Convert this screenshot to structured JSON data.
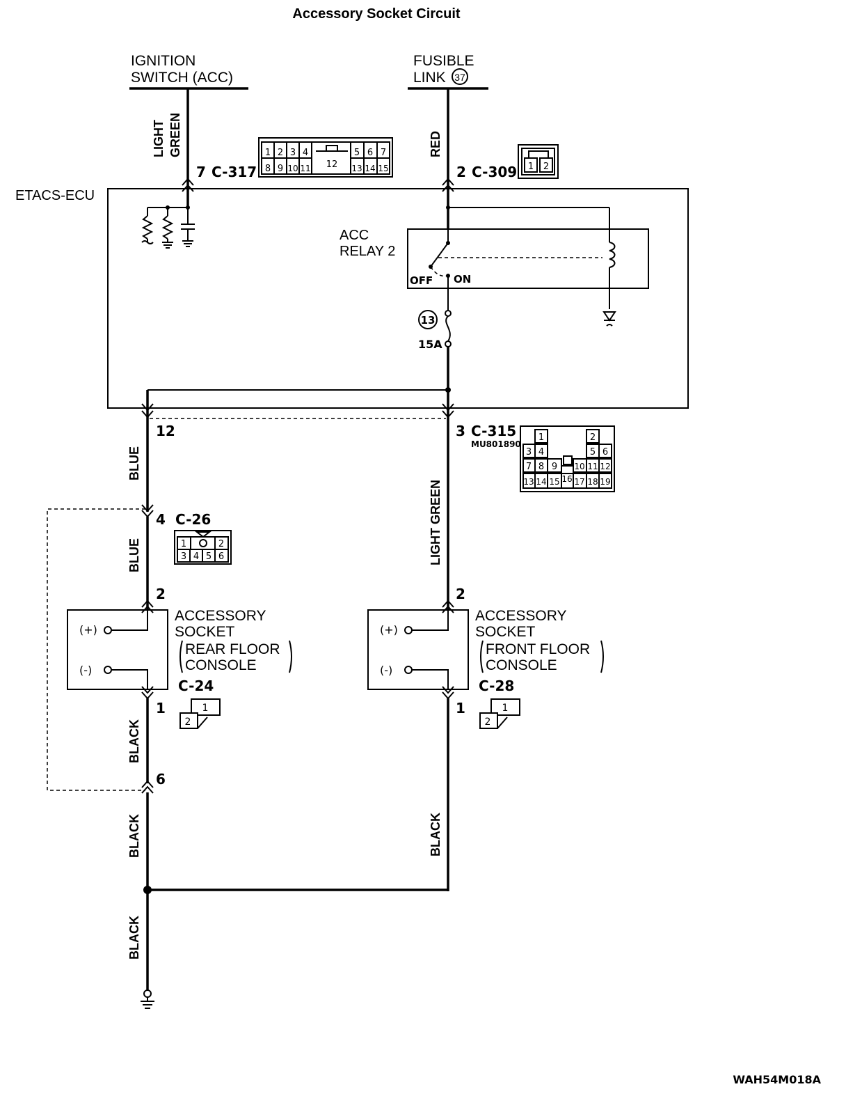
{
  "title": "Accessory Socket Circuit",
  "code": "WAH54M018A",
  "sources": {
    "ignition_line1": "IGNITION",
    "ignition_line2": "SWITCH (ACC)",
    "fusible_line1": "FUSIBLE",
    "fusible_line2": "LINK",
    "fusible_number": "37"
  },
  "ecu_label": "ETACS-ECU",
  "relay": {
    "line1": "ACC",
    "line2": "RELAY 2",
    "off": "OFF",
    "on": "ON"
  },
  "fuse": {
    "number": "13",
    "rating": "15A"
  },
  "wires": {
    "light": "LIGHT",
    "green": "GREEN",
    "red": "RED",
    "blue_a": "BLUE",
    "blue_b": "BLUE",
    "light_green": "LIGHT GREEN",
    "black_a": "BLACK",
    "black_b": "BLACK",
    "black_c": "BLACK",
    "black_d": "BLACK"
  },
  "connectors": {
    "c317": {
      "id": "C-317",
      "pin": "7",
      "top": [
        "1",
        "2",
        "3",
        "4",
        "5",
        "6",
        "7"
      ],
      "bottom": [
        "8",
        "9",
        "10",
        "11",
        "13",
        "14",
        "15"
      ],
      "center": "12"
    },
    "c309": {
      "id": "C-309",
      "pin": "2",
      "cells": [
        "1",
        "2"
      ]
    },
    "c315": {
      "id": "C-315",
      "pin": "3",
      "pin_left": "12",
      "part": "MU801890",
      "cells": [
        "1",
        "2",
        "3",
        "4",
        "5",
        "6",
        "7",
        "8",
        "9",
        "10",
        "11",
        "12",
        "13",
        "14",
        "15",
        "16",
        "17",
        "18",
        "19"
      ]
    },
    "c26": {
      "id": "C-26",
      "pin_in": "4",
      "pin_out": "6",
      "cells": [
        "1",
        "2",
        "3",
        "4",
        "5",
        "6"
      ]
    },
    "c24": {
      "id": "C-24",
      "pin_pos": "2",
      "pin_neg": "1",
      "cells": [
        "1",
        "2"
      ]
    },
    "c28": {
      "id": "C-28",
      "pin_pos": "2",
      "pin_neg": "1",
      "cells": [
        "1",
        "2"
      ]
    }
  },
  "sockets": {
    "rear": {
      "line1": "ACCESSORY",
      "line2": "SOCKET",
      "line3": "REAR FLOOR",
      "line4": "CONSOLE",
      "plus": "(+)",
      "minus": "(-)"
    },
    "front": {
      "line1": "ACCESSORY",
      "line2": "SOCKET",
      "line3": "FRONT FLOOR",
      "line4": "CONSOLE",
      "plus": "(+)",
      "minus": "(-)"
    }
  }
}
